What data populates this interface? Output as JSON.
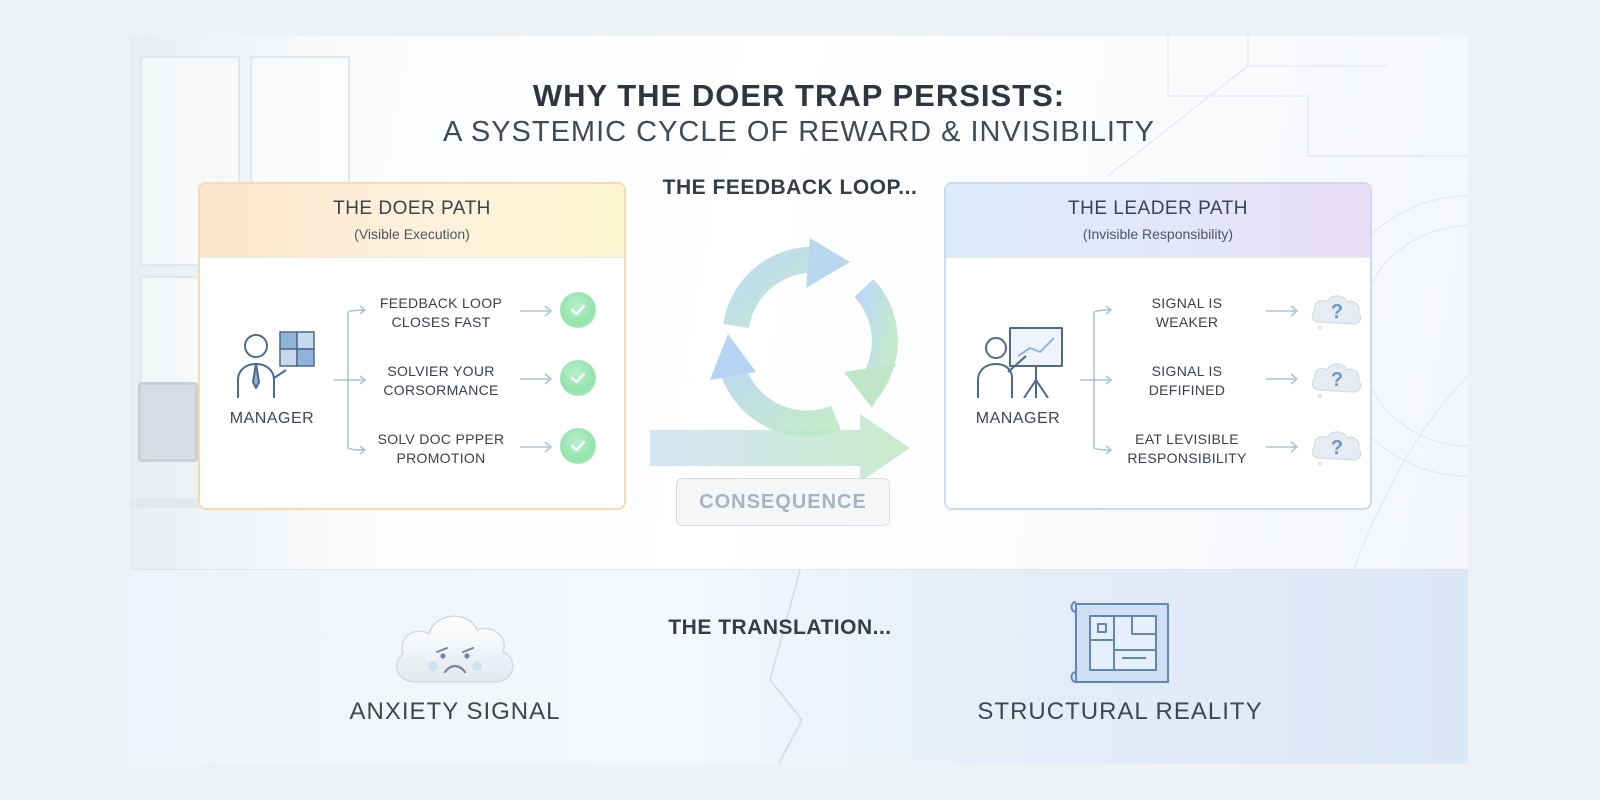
{
  "title": {
    "main": "WHY THE DOER TRAP PERSISTS:",
    "sub": "A SYSTEMIC CYCLE OF REWARD & INVISIBILITY"
  },
  "doer_path": {
    "title": "THE DOER PATH",
    "subtitle": "(Visible Execution)",
    "person_label": "MANAGER",
    "items": [
      {
        "line1": "FEEDBACK LOOP",
        "line2": "CLOSES FAST",
        "status_icon": "check-icon"
      },
      {
        "line1": "SOLVIER YOUR",
        "line2": "CORSORMANCE",
        "status_icon": "check-icon"
      },
      {
        "line1": "SOLV DOC PPPER",
        "line2": "PROMOTION",
        "status_icon": "check-icon"
      }
    ]
  },
  "leader_path": {
    "title": "THE LEADER PATH",
    "subtitle": "(Invisible Responsibility)",
    "person_label": "MANAGER",
    "items": [
      {
        "line1": "SIGNAL IS",
        "line2": "WEAKER",
        "status_icon": "question-cloud-icon",
        "mark": "?"
      },
      {
        "line1": "SIGNAL IS",
        "line2": "DEFIFINED",
        "status_icon": "question-cloud-icon",
        "mark": "?"
      },
      {
        "line1": "EAT LEVISIBLE",
        "line2": "RESPONSIBILITY",
        "status_icon": "question-cloud-icon",
        "mark": "?"
      }
    ]
  },
  "feedback_loop": {
    "label": "THE FEEDBACK LOOP..."
  },
  "consequence": {
    "label": "CONSEQUENCE"
  },
  "translation": {
    "label": "THE TRANSLATION...",
    "left_label": "ANXIETY SIGNAL",
    "right_label": "STRUCTURAL REALITY"
  },
  "colors": {
    "doer_header": "#fde4cc",
    "leader_header": "#dcebfa",
    "check": "#94e3ae",
    "loop_blue": "#a9cdef",
    "loop_green": "#b7e7b9"
  }
}
